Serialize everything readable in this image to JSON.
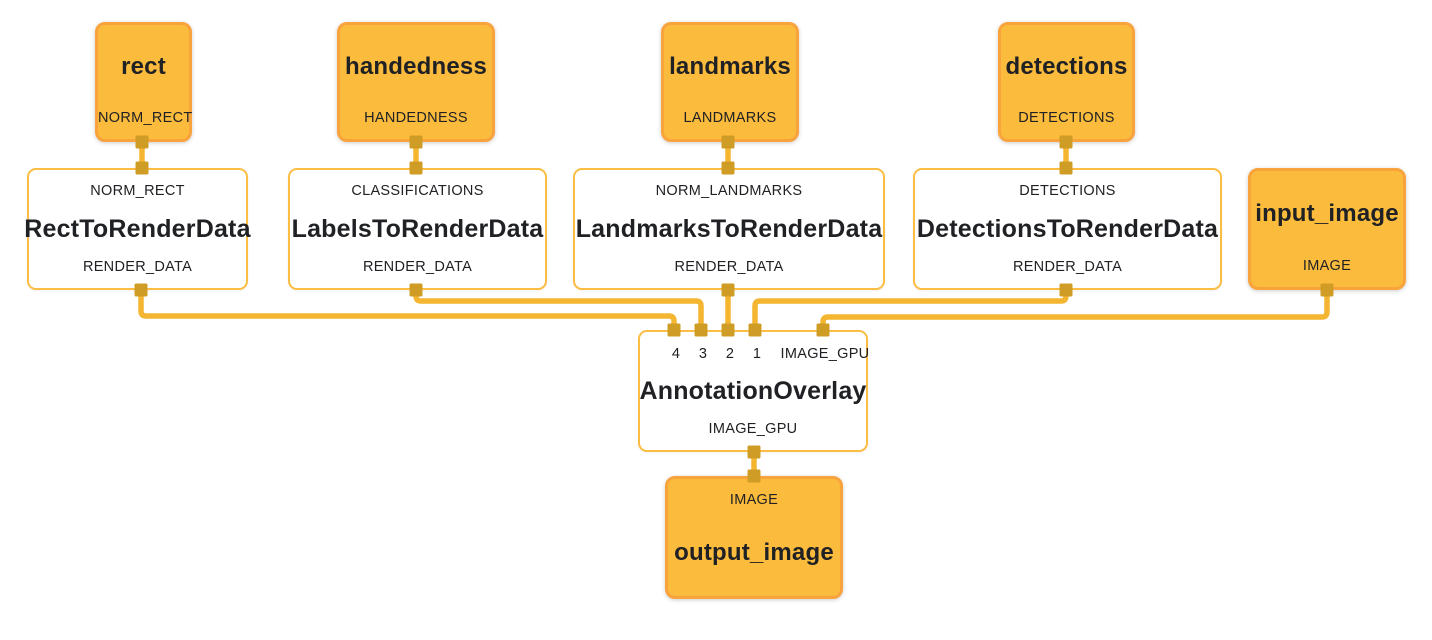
{
  "colors": {
    "node_fill": "#FBBB3C",
    "node_border": "#F9A33D",
    "white_node_border": "#FBBD44",
    "wire": "#F4B531",
    "connector_square": "#CF9D26",
    "text": "#202124",
    "background": "#FFFFFF"
  },
  "nodes": {
    "rect": {
      "title": "rect",
      "output_port": "NORM_RECT"
    },
    "handedness": {
      "title": "handedness",
      "output_port": "HANDEDNESS"
    },
    "landmarks": {
      "title": "landmarks",
      "output_port": "LANDMARKS"
    },
    "detections": {
      "title": "detections",
      "output_port": "DETECTIONS"
    },
    "rect_to_render_data": {
      "input_port": "NORM_RECT",
      "title": "RectToRenderData",
      "output_port": "RENDER_DATA"
    },
    "labels_to_render_data": {
      "input_port": "CLASSIFICATIONS",
      "title": "LabelsToRenderData",
      "output_port": "RENDER_DATA"
    },
    "landmarks_to_render_data": {
      "input_port": "NORM_LANDMARKS",
      "title": "LandmarksToRenderData",
      "output_port": "RENDER_DATA"
    },
    "detections_to_render_data": {
      "input_port": "DETECTIONS",
      "title": "DetectionsToRenderData",
      "output_port": "RENDER_DATA"
    },
    "input_image": {
      "title": "input_image",
      "output_port": "IMAGE"
    },
    "annotation_overlay": {
      "input_ports": [
        "4",
        "3",
        "2",
        "1",
        "IMAGE_GPU"
      ],
      "title": "AnnotationOverlay",
      "output_port": "IMAGE_GPU"
    },
    "output_image": {
      "input_port": "IMAGE",
      "title": "output_image"
    }
  },
  "edges": [
    {
      "from": "rect.NORM_RECT",
      "to": "RectToRenderData.NORM_RECT"
    },
    {
      "from": "handedness.HANDEDNESS",
      "to": "LabelsToRenderData.CLASSIFICATIONS"
    },
    {
      "from": "landmarks.LANDMARKS",
      "to": "LandmarksToRenderData.NORM_LANDMARKS"
    },
    {
      "from": "detections.DETECTIONS",
      "to": "DetectionsToRenderData.DETECTIONS"
    },
    {
      "from": "RectToRenderData.RENDER_DATA",
      "to": "AnnotationOverlay.4"
    },
    {
      "from": "LabelsToRenderData.RENDER_DATA",
      "to": "AnnotationOverlay.3"
    },
    {
      "from": "LandmarksToRenderData.RENDER_DATA",
      "to": "AnnotationOverlay.2"
    },
    {
      "from": "DetectionsToRenderData.RENDER_DATA",
      "to": "AnnotationOverlay.1"
    },
    {
      "from": "input_image.IMAGE",
      "to": "AnnotationOverlay.IMAGE_GPU"
    },
    {
      "from": "AnnotationOverlay.IMAGE_GPU",
      "to": "output_image.IMAGE"
    }
  ]
}
